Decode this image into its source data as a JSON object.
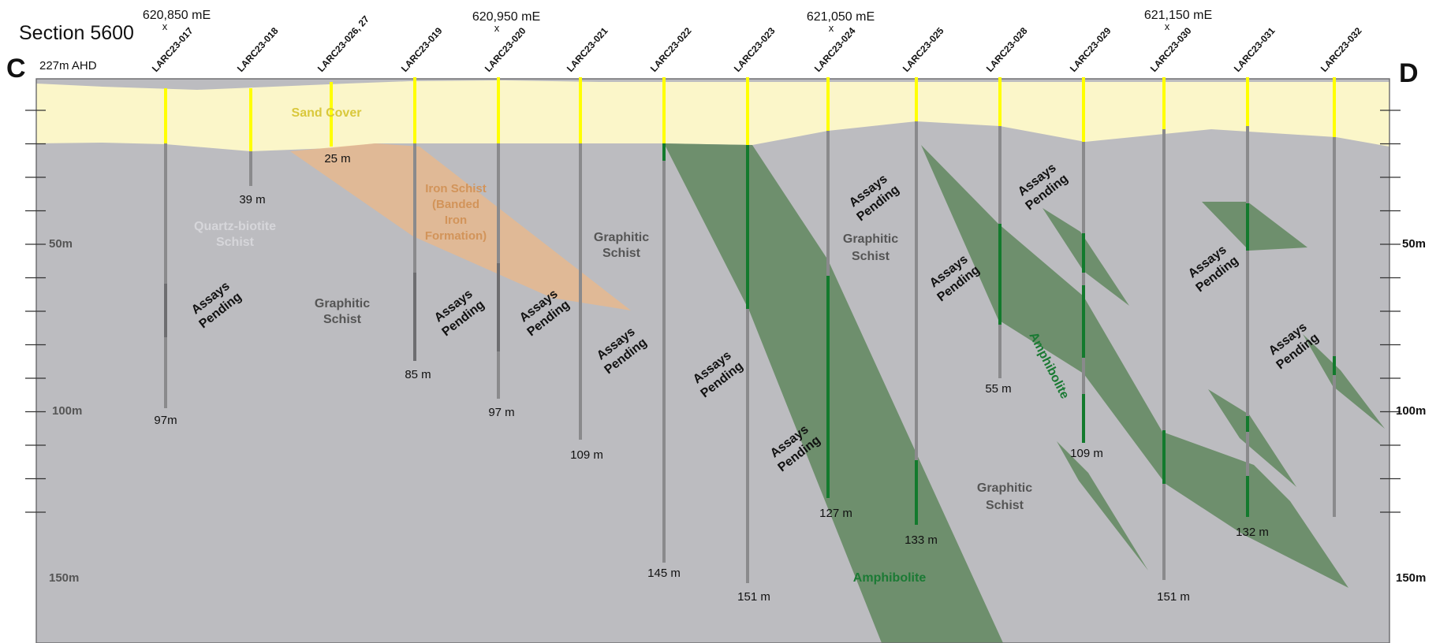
{
  "title": "Section 5600",
  "section_ends": {
    "left": "C",
    "right": "D"
  },
  "elevation_label": "227m AHD",
  "eastings": [
    "620,850 mE",
    "620,950 mE",
    "621,050 mE",
    "621,150 mE"
  ],
  "easting_marker": "x",
  "depth_scale": [
    "50m",
    "100m",
    "150m"
  ],
  "colors": {
    "sand": "#fbf6c9",
    "host_rock": "#bcbcc0",
    "amphibolite": "#6e8f6d",
    "iron_schist": "#e6b98e",
    "collar": "#ffff00",
    "hole": "#8a8a8c",
    "hole_pending": "#6d6d70",
    "hole_amphibolite": "#137a2d",
    "amphibolite_text": "#1b7a34",
    "iron_text": "#d2945a"
  },
  "drillholes": [
    {
      "id": "LARC23-017",
      "depth": "97m"
    },
    {
      "id": "LARC23-018",
      "depth": "39 m"
    },
    {
      "id": "LARC23-026, 27",
      "depth": "25 m"
    },
    {
      "id": "LARC23-019",
      "depth": "85 m"
    },
    {
      "id": "LARC23-020",
      "depth": "97 m"
    },
    {
      "id": "LARC23-021",
      "depth": "109 m"
    },
    {
      "id": "LARC23-022",
      "depth": "145 m"
    },
    {
      "id": "LARC23-023",
      "depth": "151 m"
    },
    {
      "id": "LARC23-024",
      "depth": "127 m"
    },
    {
      "id": "LARC23-025",
      "depth": "133 m"
    },
    {
      "id": "LARC23-028",
      "depth": "55 m"
    },
    {
      "id": "LARC23-029",
      "depth": "109 m"
    },
    {
      "id": "LARC23-030",
      "depth": "151 m"
    },
    {
      "id": "LARC23-031",
      "depth": "132 m"
    },
    {
      "id": "LARC23-032",
      "depth": ""
    }
  ],
  "geology_labels": {
    "sand_cover": "Sand Cover",
    "quartz_biotite": [
      "Quartz-biotite",
      "Schist"
    ],
    "iron_schist": [
      "Iron Schist",
      "(Banded",
      "Iron",
      "Formation)"
    ],
    "graphitic_schist": [
      "Graphitic",
      "Schist"
    ],
    "amphibolite": "Amphibolite"
  },
  "assays_pending": [
    "Assays",
    "Pending"
  ]
}
